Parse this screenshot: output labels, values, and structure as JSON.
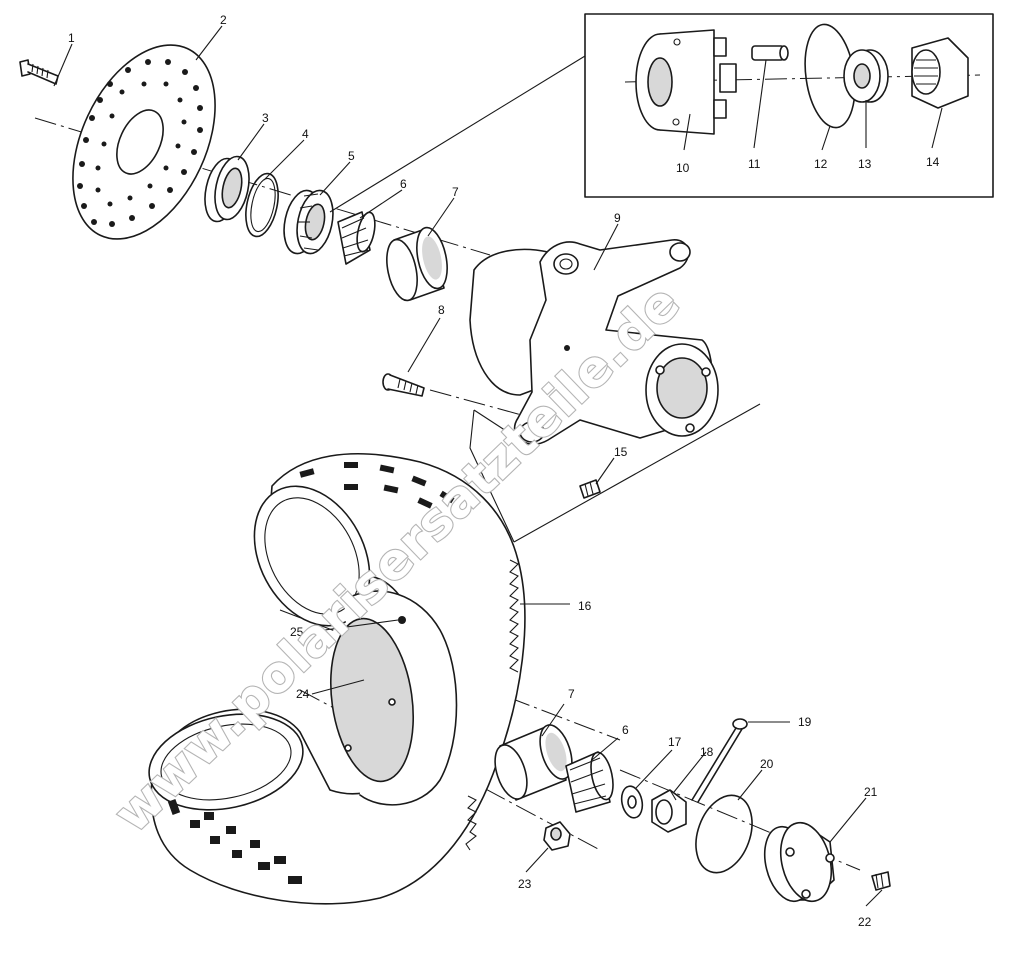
{
  "watermark": "www.polarisersatzteile.de",
  "callouts": {
    "c1": "1",
    "c2": "2",
    "c3": "3",
    "c4": "4",
    "c5": "5",
    "c6a": "6",
    "c7a": "7",
    "c8": "8",
    "c9": "9",
    "c10": "10",
    "c11": "11",
    "c12": "12",
    "c13": "13",
    "c14": "14",
    "c15": "15",
    "c16": "16",
    "c7b": "7",
    "c6b": "6",
    "c17": "17",
    "c18": "18",
    "c19": "19",
    "c20": "20",
    "c21": "21",
    "c22": "22",
    "c23": "23",
    "c24": "24",
    "c25": "25"
  }
}
